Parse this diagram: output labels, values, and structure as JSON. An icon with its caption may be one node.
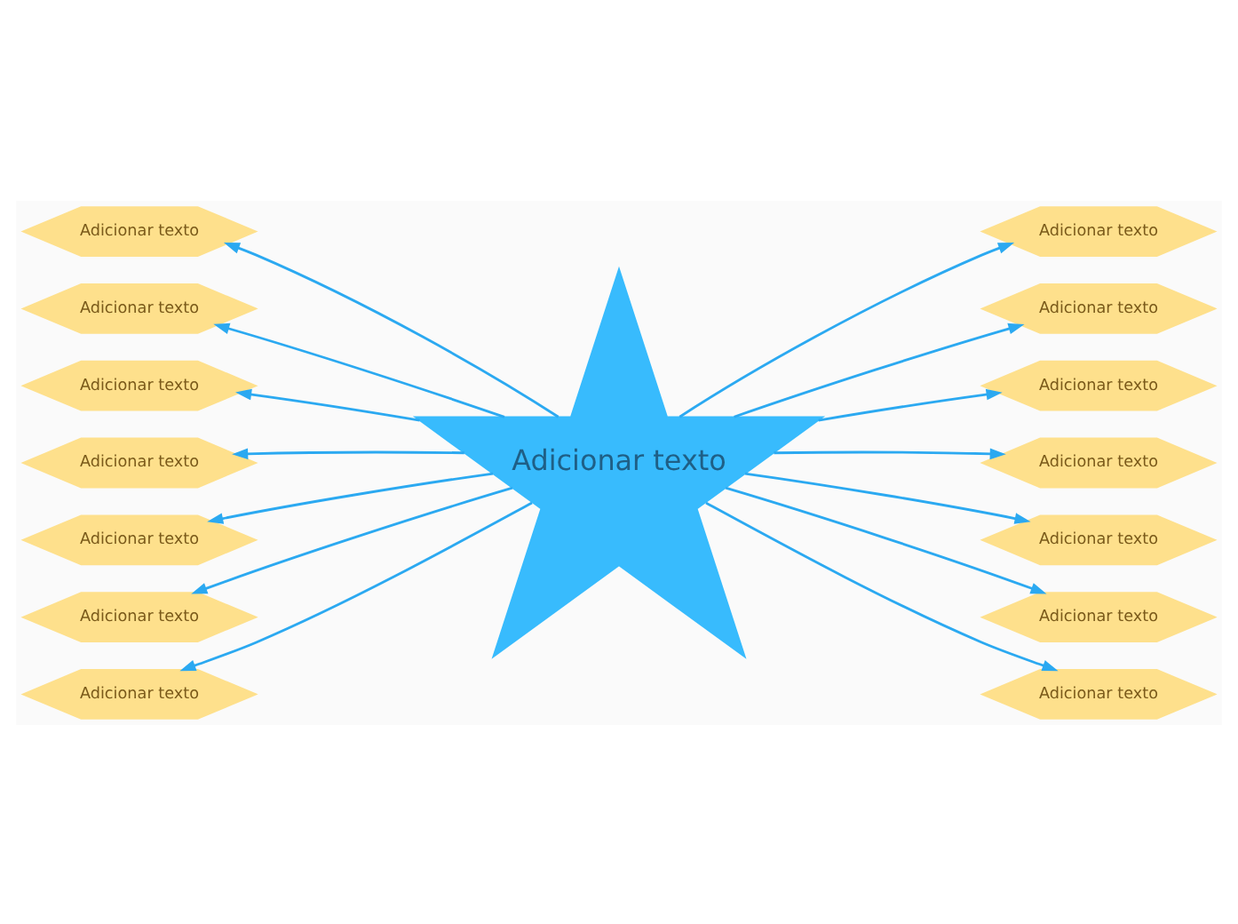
{
  "diagram": {
    "nodes": [
      {
        "text": [
          "Adicionar texto"
        ]
      },
      {
        "text": [
          "Adicionar texto"
        ]
      },
      {
        "text": [
          "Adicionar texto"
        ]
      },
      {
        "text": [
          "Adicionar texto"
        ]
      },
      {
        "text": [
          "Adicionar texto"
        ]
      },
      {
        "text": [
          "Adicionar texto"
        ]
      },
      {
        "text": [
          "Adicionar texto"
        ]
      },
      {
        "text": [
          "Adicionar texto"
        ]
      },
      {
        "text": [
          "Adicionar texto"
        ]
      },
      {
        "text": [
          "Adicionar texto"
        ]
      },
      {
        "text": [
          "Adicionar texto"
        ]
      },
      {
        "text": [
          "Adicionar texto"
        ]
      },
      {
        "text": [
          "Adicionar texto"
        ]
      },
      {
        "text": [
          "Adicionar texto"
        ]
      },
      {
        "text": [
          "Adicionar texto"
        ]
      }
    ],
    "edges": [
      {
        "from": 0,
        "to": 1,
        "arrow": "to"
      },
      {
        "from": 0,
        "to": 2,
        "arrow": "to"
      },
      {
        "from": 0,
        "to": 3,
        "arrow": "to"
      },
      {
        "from": 0,
        "to": 4,
        "arrow": "to"
      },
      {
        "from": 0,
        "to": 5,
        "arrow": "to"
      },
      {
        "from": 0,
        "to": 6,
        "arrow": "to"
      },
      {
        "from": 0,
        "to": 7,
        "arrow": "to"
      },
      {
        "from": 0,
        "to": 8,
        "arrow": "to"
      },
      {
        "from": 0,
        "to": 9,
        "arrow": "to"
      },
      {
        "from": 0,
        "to": 10,
        "arrow": "to"
      },
      {
        "from": 0,
        "to": 11,
        "arrow": "to"
      },
      {
        "from": 0,
        "to": 12,
        "arrow": "to"
      },
      {
        "from": 0,
        "to": 13,
        "arrow": "to"
      },
      {
        "from": 0,
        "to": 14,
        "arrow": "to"
      }
    ]
  }
}
